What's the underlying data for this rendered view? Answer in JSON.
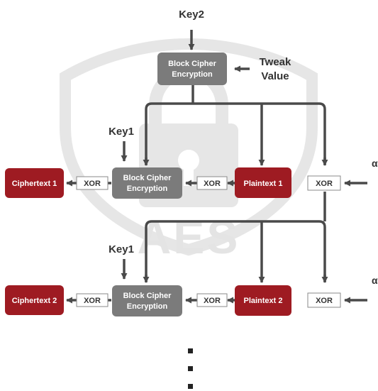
{
  "watermark": {
    "text": "AES",
    "icon": "padlock-shield-icon"
  },
  "top": {
    "key_label": "Key2",
    "tweak_label_1": "Tweak",
    "tweak_label_2": "Value",
    "cipher_label_1": "Block Cipher",
    "cipher_label_2": "Encryption"
  },
  "rows": [
    {
      "key_label": "Key1",
      "ciphertext": "Ciphertext 1",
      "xor_out": "XOR",
      "cipher_label_1": "Block Cipher",
      "cipher_label_2": "Encryption",
      "xor_in": "XOR",
      "plaintext": "Plaintext 1",
      "xor_tweak": "XOR",
      "alpha": "α"
    },
    {
      "key_label": "Key1",
      "ciphertext": "Ciphertext 2",
      "xor_out": "XOR",
      "cipher_label_1": "Block Cipher",
      "cipher_label_2": "Encryption",
      "xor_in": "XOR",
      "plaintext": "Plaintext 2",
      "xor_tweak": "XOR",
      "alpha": "α"
    }
  ],
  "colors": {
    "ciphertext_fill": "#9e1b22",
    "plaintext_fill": "#9e1b22",
    "cipher_fill": "#7b7b7b",
    "arrow": "#4a4a4a",
    "xor_border": "#8a8a8a",
    "watermark": "#e4e4e4"
  }
}
